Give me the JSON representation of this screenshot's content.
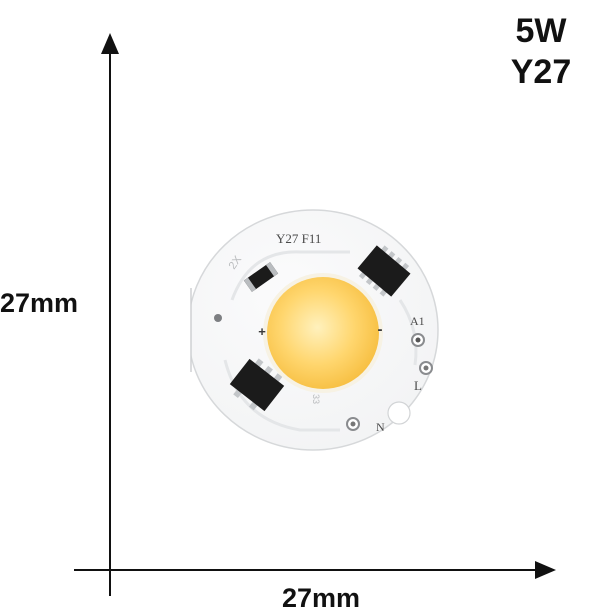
{
  "labels": {
    "wattage": "5W",
    "model": "Y27",
    "height_dimension": "27mm",
    "width_dimension": "27mm"
  },
  "pcb": {
    "marking": "Y27 F11",
    "resistor_code": "2X",
    "plus_sign": "+",
    "minus_sign": "-",
    "pad_a1": "A1",
    "pad_l": "L",
    "pad_n": "N",
    "small_code": "33"
  },
  "colors": {
    "led_center": "#fff1bd",
    "led_mid": "#ffd66e",
    "led_edge": "#f6bd3e",
    "board": "#f2f3f4",
    "board_edge": "#d6d8da",
    "chip_body": "#1b1b1b",
    "ink": "#111111"
  }
}
